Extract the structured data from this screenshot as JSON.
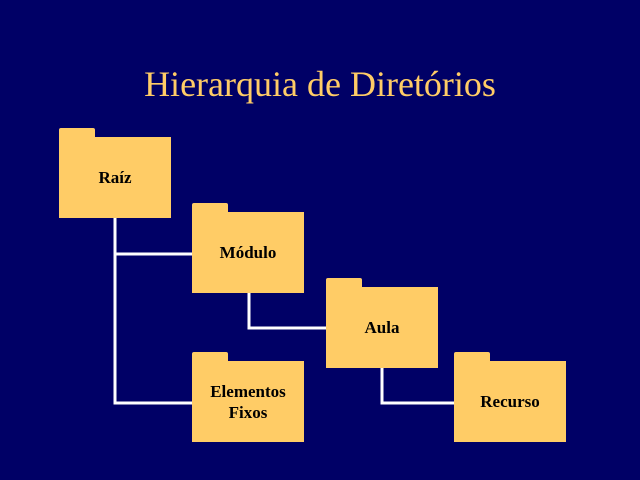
{
  "slide": {
    "title": "Hierarquia de Diretórios"
  },
  "folders": {
    "raiz": {
      "label": "Raíz"
    },
    "modulo": {
      "label": "Módulo"
    },
    "aula": {
      "label": "Aula"
    },
    "elementos_fixos": {
      "label": "Elementos\nFixos"
    },
    "recurso": {
      "label": "Recurso"
    }
  },
  "colors": {
    "background": "#000066",
    "folder": "#FFCC66",
    "title": "#FFCC66",
    "connector": "#FFFFFF"
  }
}
